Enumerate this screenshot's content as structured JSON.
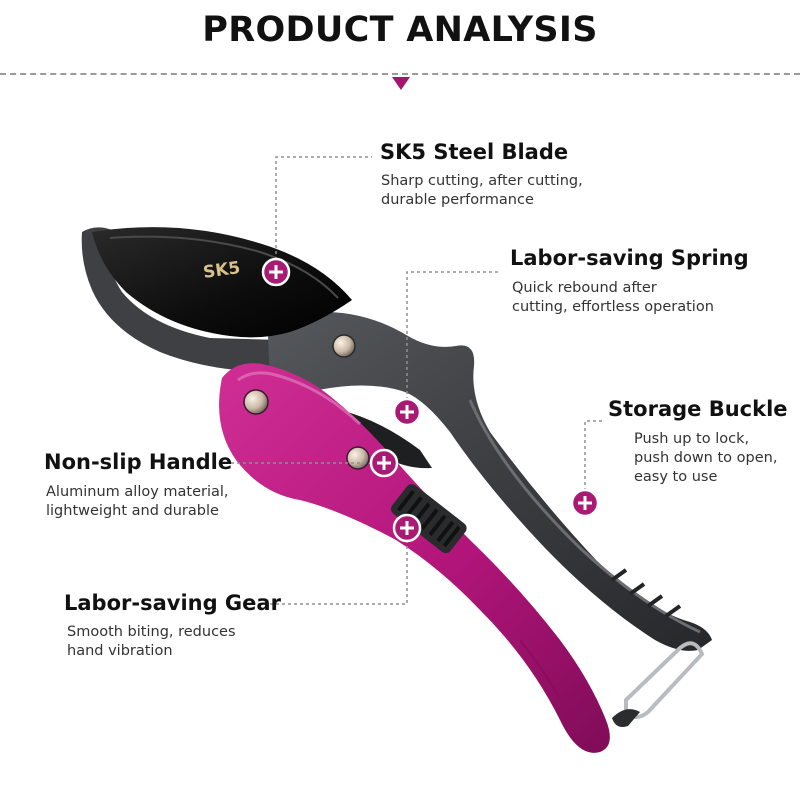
{
  "title": "PRODUCT ANALYSIS",
  "blade_brand": "SK5",
  "colors": {
    "accent": "#a4156f",
    "handle": "#b8177d",
    "body": "#3b3d40",
    "blade": "#0b0b0b"
  },
  "features": [
    {
      "title": "SK5 Steel Blade",
      "lines": [
        "Sharp cutting, after cutting,",
        "durable performance"
      ]
    },
    {
      "title": "Labor-saving Spring",
      "lines": [
        "Quick rebound after",
        "cutting, effortless operation"
      ]
    },
    {
      "title": "Storage Buckle",
      "lines": [
        "Push up to lock,",
        "push down to open,",
        "easy to use"
      ]
    },
    {
      "title": "Non-slip Handle",
      "lines": [
        "Aluminum alloy material,",
        "lightweight and durable"
      ]
    },
    {
      "title": "Labor-saving Gear",
      "lines": [
        "Smooth biting, reduces",
        "hand vibration"
      ]
    }
  ]
}
